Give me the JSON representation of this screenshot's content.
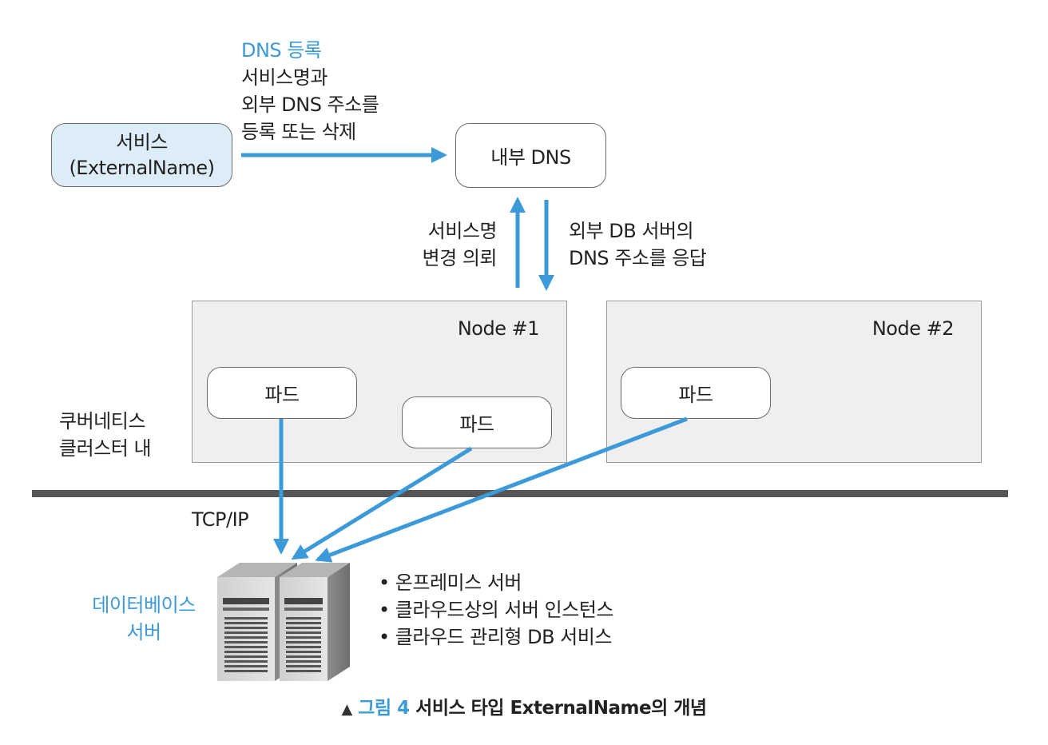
{
  "service_box": {
    "line1": "서비스",
    "line2": "(ExternalName)"
  },
  "dns_register": {
    "title": "DNS 등록",
    "lines": [
      "서비스명과",
      "외부 DNS 주소를",
      "등록 또는 삭제"
    ]
  },
  "internal_dns": {
    "label": "내부 DNS"
  },
  "request_label": {
    "lines": [
      "서비스명",
      "변경 의뢰"
    ]
  },
  "response_label": {
    "lines": [
      "외부 DB 서버의",
      "DNS 주소를 응답"
    ]
  },
  "node1": {
    "label": "Node #1",
    "pods": [
      "파드",
      "파드"
    ]
  },
  "node2": {
    "label": "Node #2",
    "pods": [
      "파드"
    ]
  },
  "cluster_label": {
    "lines": [
      "쿠버네티스",
      "클러스터 내"
    ]
  },
  "tcp_label": "TCP/IP",
  "db_label": {
    "lines": [
      "데이터베이스",
      "서버"
    ]
  },
  "db_list": [
    "• 온프레미스 서버",
    "• 클라우드상의 서버 인스턴스",
    "• 클라우드 관리형 DB 서비스"
  ],
  "caption": {
    "marker": "▲",
    "fig": "그림 4",
    "text": "서비스 타입 ExternalName의 개념"
  },
  "colors": {
    "accent": "#3d9ad9",
    "service_fill": "#dcedf8",
    "node_fill": "#efefef",
    "divider": "#555555"
  }
}
